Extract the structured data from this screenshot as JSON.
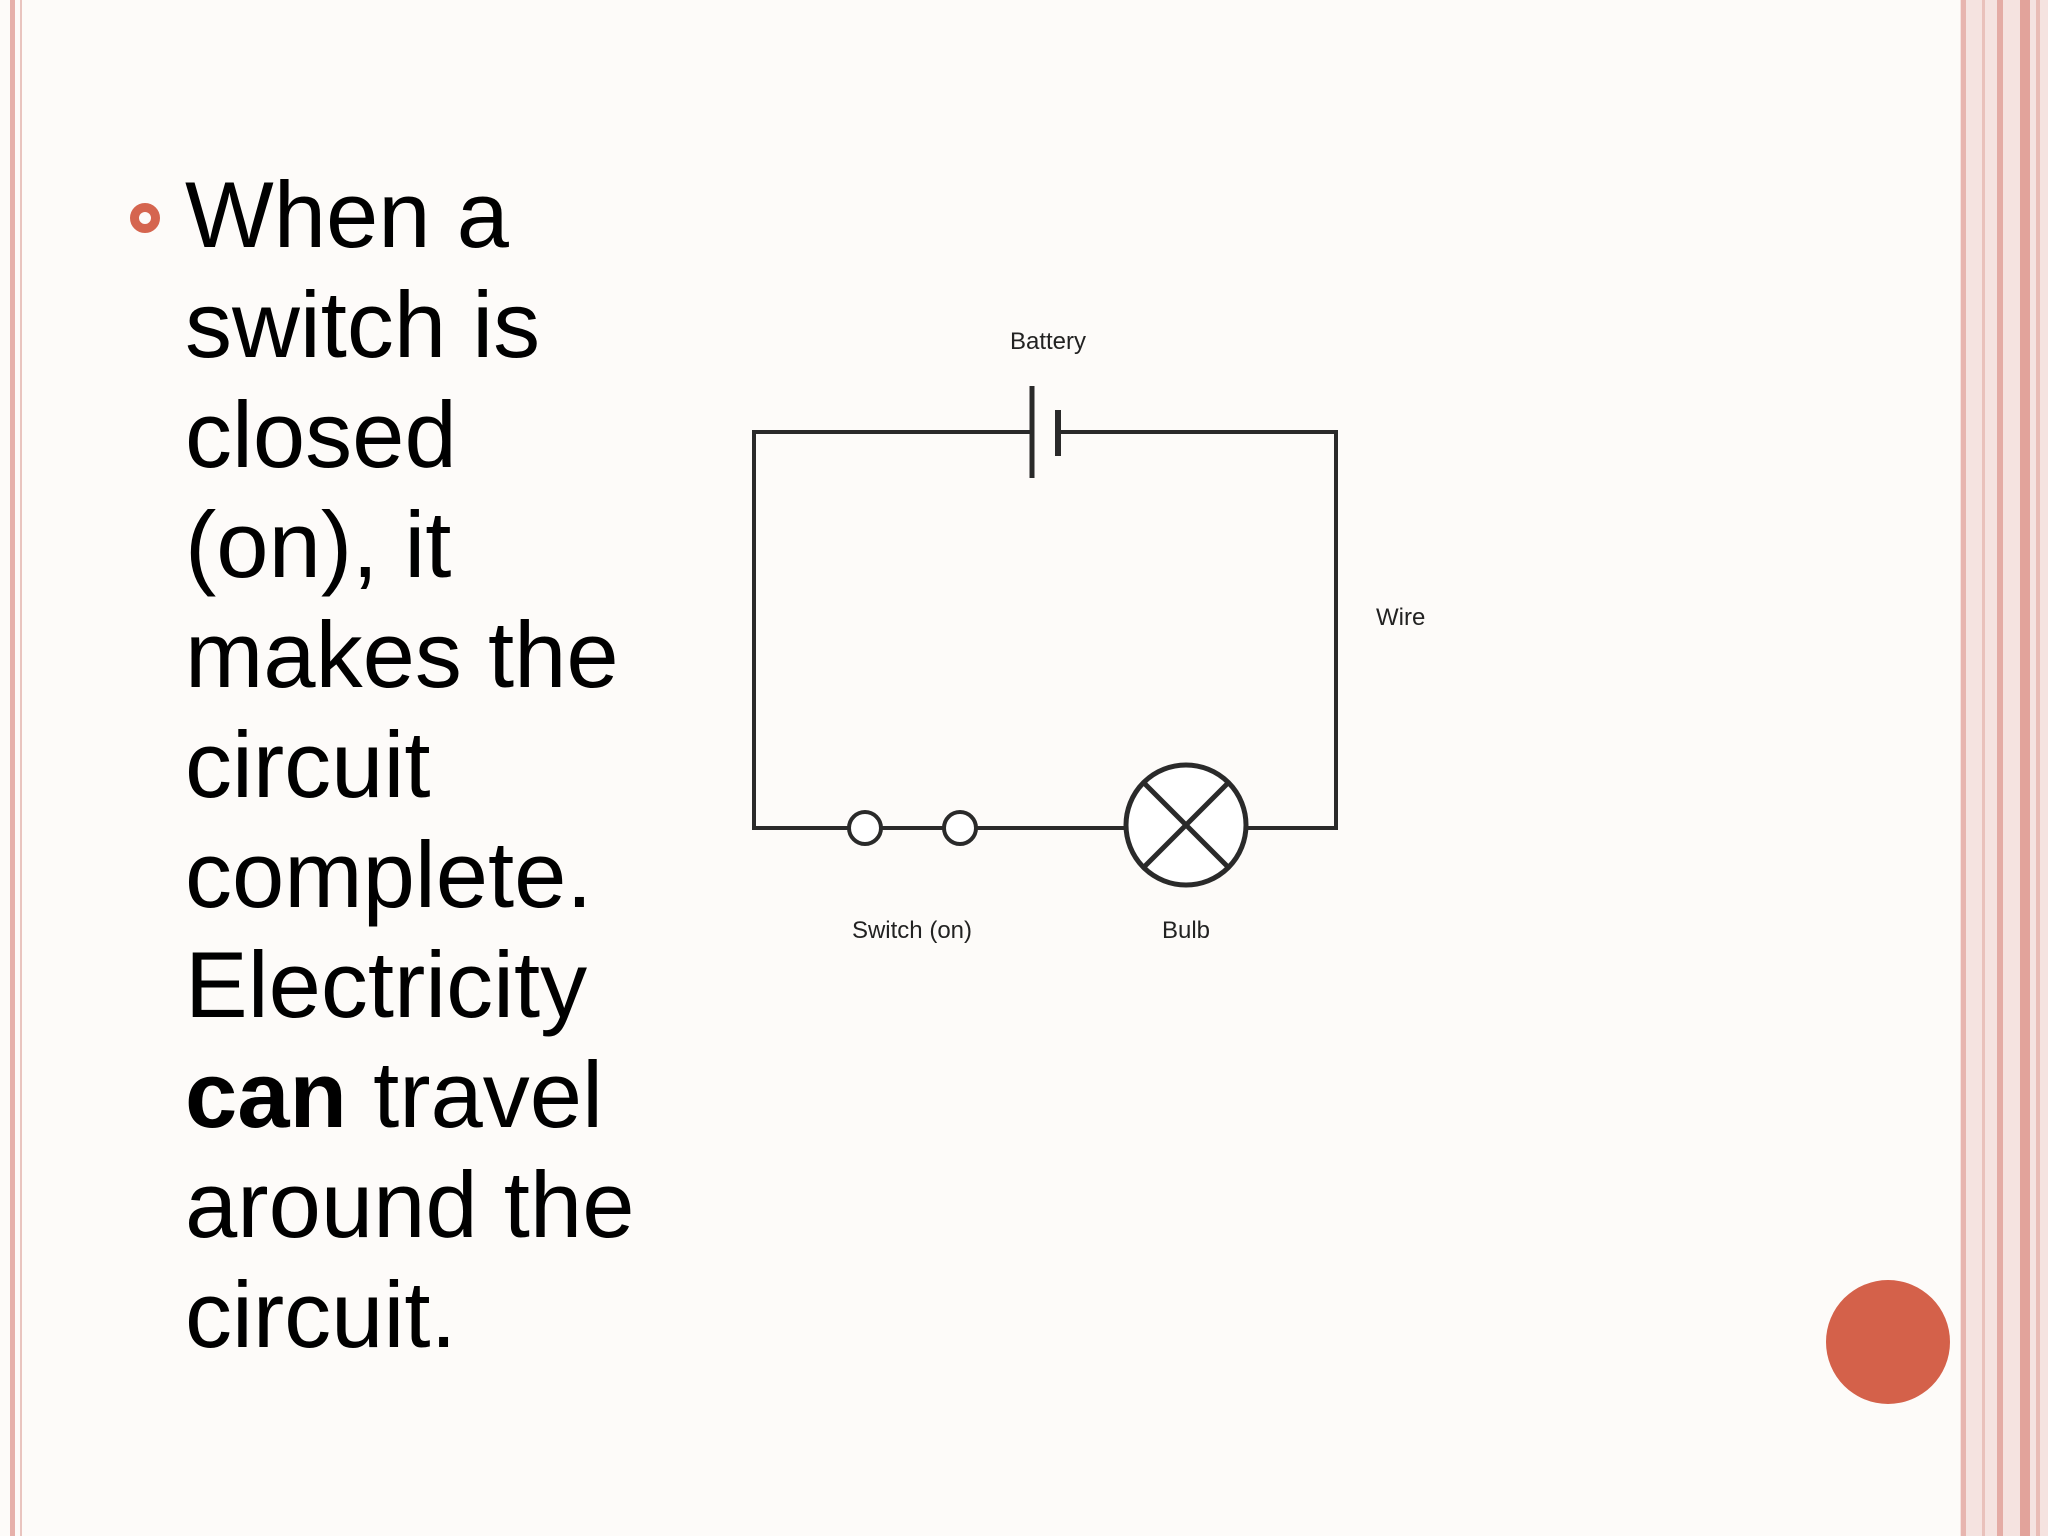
{
  "slide": {
    "colors": {
      "background": "#fdfbf9",
      "accent": "#d5654f",
      "border": "#e6b1ab"
    },
    "bullet_icon": "hollow-circle-bullet-icon",
    "text_lines": [
      "When a",
      "switch is",
      "closed",
      "(on), it",
      "makes the",
      "circuit",
      "complete.",
      "Electricity"
    ],
    "emphasis_word": "can",
    "after_emphasis": " travel",
    "text_lines_end": [
      "around the",
      "circuit."
    ],
    "decorations": {
      "accent_dot_icon": "filled-circle-decoration-icon"
    }
  },
  "diagram": {
    "labels": {
      "battery": "Battery",
      "wire": "Wire",
      "switch": "Switch (on)",
      "bulb": "Bulb"
    },
    "components": {
      "battery_icon": "battery-symbol-icon",
      "switch_icon": "switch-terminals-icon",
      "bulb_icon": "bulb-cross-icon"
    }
  }
}
